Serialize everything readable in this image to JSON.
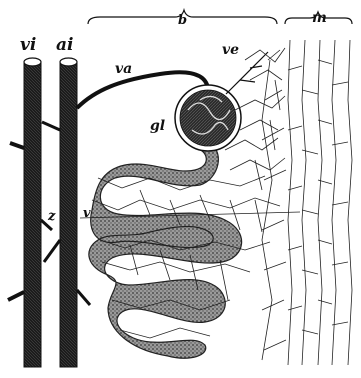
{
  "labels": {
    "vi": "vi",
    "ai": "ai",
    "va": "va",
    "ve": "ve",
    "gl": "gl",
    "z": "z",
    "v": "v",
    "b": "b",
    "m": "m"
  },
  "colors": {
    "ink": "#111111",
    "tubule_fill": "#8a8a8a",
    "glomerulus_fill": "#555555",
    "background": "#ffffff"
  }
}
